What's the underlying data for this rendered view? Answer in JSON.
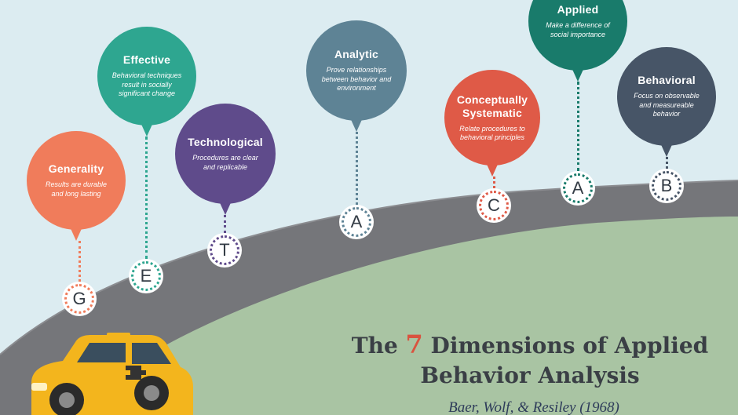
{
  "title": {
    "prefix": "The",
    "number": "7",
    "line1_rest": "Dimensions of Applied",
    "line2": "Behavior Analysis",
    "citation": "Baer, Wolf, & Resiley (1968)"
  },
  "colors": {
    "sky": "#dcecf1",
    "hill": "#a9c4a3",
    "road": "#75767a",
    "taxi": "#f3b51d",
    "accent": "#d9533f"
  },
  "dimensions": [
    {
      "letter": "G",
      "name": "Generality",
      "description": "Results are durable and long lasting",
      "color": "#f07c5b"
    },
    {
      "letter": "E",
      "name": "Effective",
      "description": "Behavioral techniques result in socially significant change",
      "color": "#2ea690"
    },
    {
      "letter": "T",
      "name": "Technological",
      "description": "Procedures are clear and replicable",
      "color": "#5f4b8b"
    },
    {
      "letter": "A",
      "name": "Analytic",
      "description": "Prove relationships between behavior and environment",
      "color": "#5e8395"
    },
    {
      "letter": "C",
      "name": "Conceptually Systematic",
      "description": "Relate procedures to behavioral principles",
      "color": "#df5a47"
    },
    {
      "letter": "A",
      "name": "Applied",
      "description": "Make a difference of social importance",
      "color": "#197b6b"
    },
    {
      "letter": "B",
      "name": "Behavioral",
      "description": "Focus on observable and measureable behavior",
      "color": "#475567"
    }
  ]
}
